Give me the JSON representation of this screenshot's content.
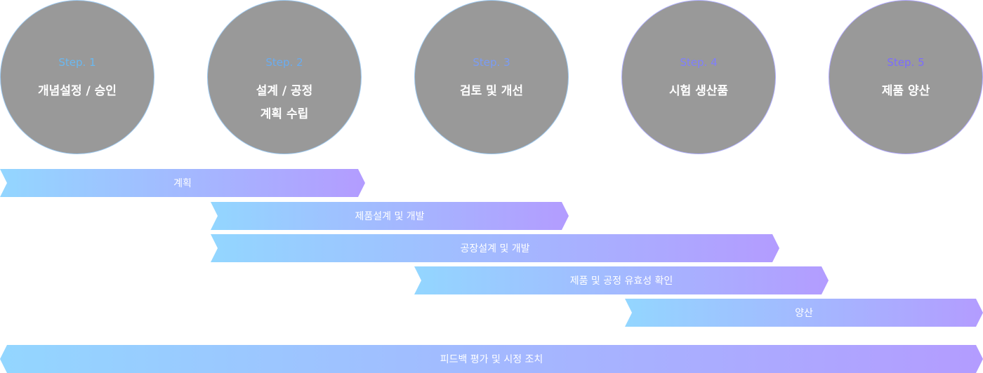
{
  "steps": [
    {
      "step": "Step. 1",
      "title": "개념설정 / 승인",
      "color": "#6ab8f0"
    },
    {
      "step": "Step. 2",
      "title": "설계 / 공정\n계획 수립",
      "color": "#6aacf0"
    },
    {
      "step": "Step. 3",
      "title": "검토 및 개선",
      "color": "#7a9cf5"
    },
    {
      "step": "Step. 4",
      "title": "시험 생산품",
      "color": "#7f7fff"
    },
    {
      "step": "Step. 5",
      "title": "제품 양산",
      "color": "#7b6cff"
    }
  ],
  "phases": [
    "계획",
    "제품설계 및 개발",
    "공장설계 및 개발",
    "제품 및 공정 유효성 확인",
    "양산",
    "피드백 평가 및 시정 조치"
  ]
}
